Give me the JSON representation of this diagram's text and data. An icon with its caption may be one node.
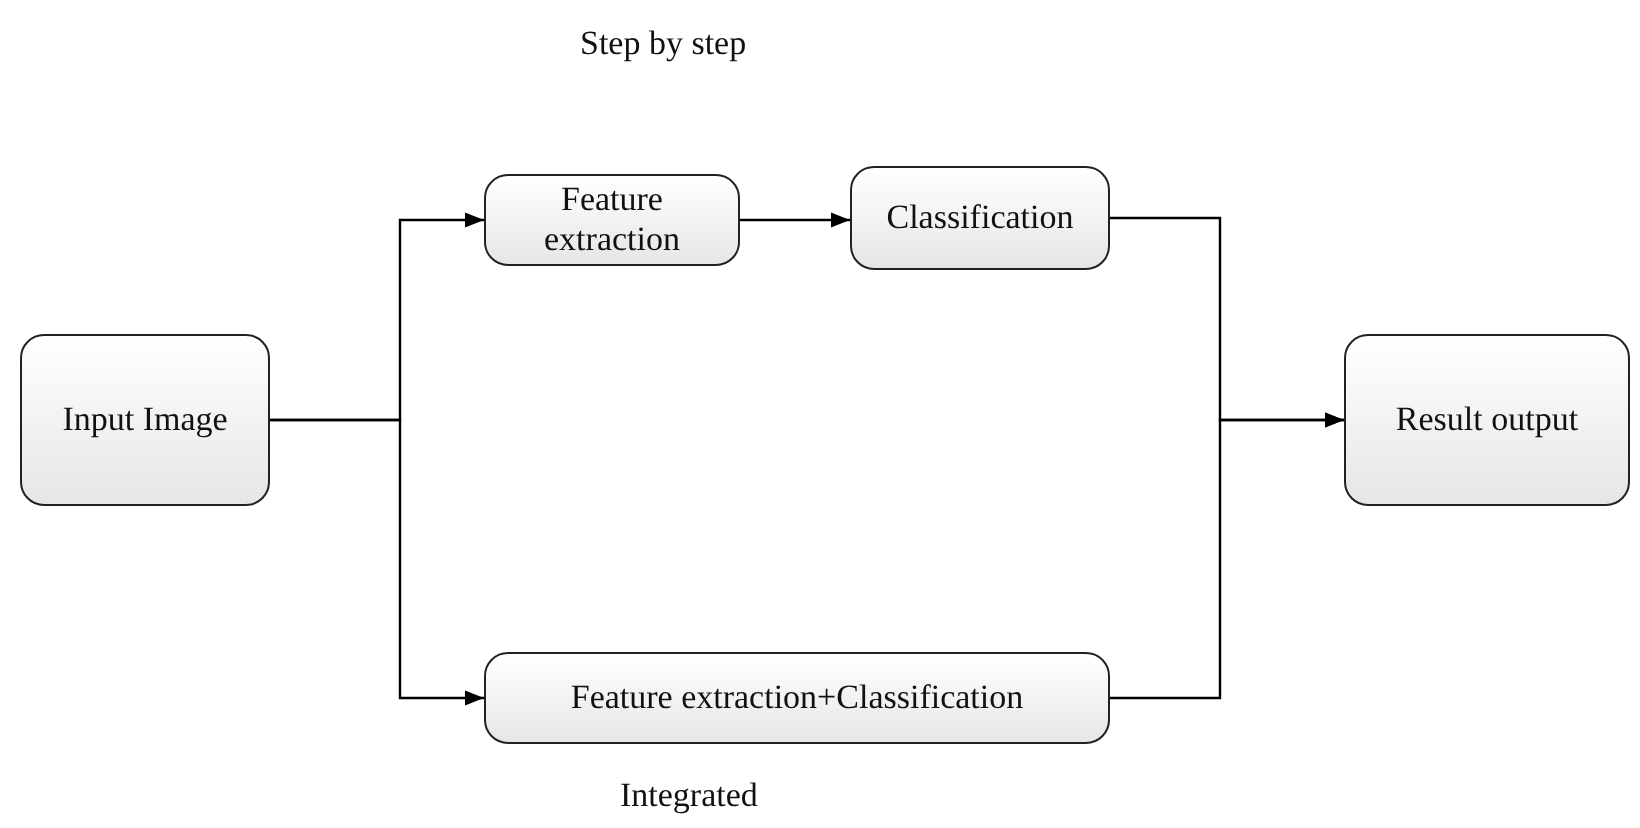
{
  "diagram": {
    "nodes": [
      {
        "text": [
          "Input Image"
        ]
      },
      {
        "text": [
          "Feature extraction"
        ]
      },
      {
        "text": [
          "Classification"
        ]
      },
      {
        "text": [
          "Feature extraction+Classification"
        ]
      },
      {
        "text": [
          "Result output"
        ]
      }
    ],
    "edges": [
      {
        "from": 0,
        "to": 1,
        "arrow": "to"
      },
      {
        "from": 0,
        "to": 3,
        "arrow": "to"
      },
      {
        "from": 1,
        "to": 2,
        "arrow": "to"
      },
      {
        "from": 2,
        "to": 4,
        "arrow": "to"
      },
      {
        "from": 3,
        "to": 4,
        "arrow": "to"
      }
    ],
    "labels": [
      "Step by step",
      "Integrated"
    ]
  }
}
